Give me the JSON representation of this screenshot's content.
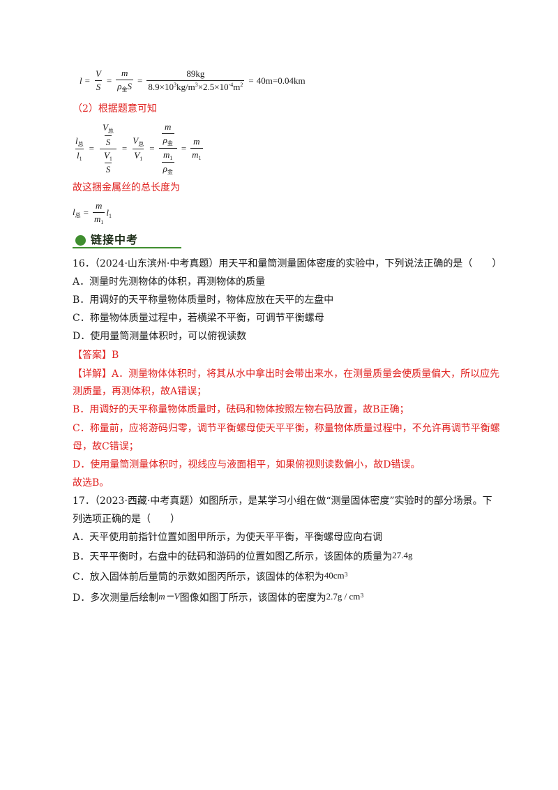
{
  "eq1": {
    "lhs": "l",
    "f1_num": "V",
    "f1_den": "S",
    "f2_num": "m",
    "f2_den_rho": "ρ",
    "f2_den_sub": "金",
    "f2_den_S": "S",
    "f3_num": "89kg",
    "f3_den_a": "8.9×10",
    "f3_den_a_sup": "3",
    "f3_den_b": "kg/m",
    "f3_den_b_sup": "3",
    "f3_den_c": "×2.5×10",
    "f3_den_c_sup": "-4",
    "f3_den_d": "m",
    "f3_den_d_sup": "2",
    "result": "40m=0.04km"
  },
  "part2_label": "（2）根据题意可知",
  "eq2": {
    "l": "l",
    "sub_total": "总",
    "sub_1": "1",
    "V": "V",
    "S": "S",
    "m": "m",
    "rho": "ρ",
    "sub_jin": "金"
  },
  "conclusion": "故这捆金属丝的总长度为",
  "section_title": "链接中考",
  "q16": {
    "stem": "16．（2024·山东滨州·中考真题）用天平和量筒测量固体密度的实验中，下列说法正确的是（　　）",
    "A": "A．测量时先测物体的体积，再测物体的质量",
    "B": "B．用调好的天平称量物体质量时，物体应放在天平的左盘中",
    "C": "C．称量物体质量过程中，若横梁不平衡，可调节平衡螺母",
    "D": "D．使用量筒测量体积时，可以俯视读数",
    "answer_tag": "【答案】",
    "answer": "B",
    "detail_tag": "【详解】",
    "detail_A1": "A．测量物体体积时，将其从水中拿出时会带出来水，在测量质量会使质量偏大，所以应先",
    "detail_A2": "测质量，再测体积，故A错误；",
    "detail_B": "B．用调好的天平称量物体质量时，砝码和物体按照左物右码放置，故B正确；",
    "detail_C1": "C．称量前，应将游码归零，调节平衡螺母使天平平衡，称量物体质量过程中，不允许再调节平衡螺",
    "detail_C2": "母，故C错误；",
    "detail_D": "D．使用量筒测量体积时，视线应与液面相平，如果俯视则读数偏小，故D错误。",
    "final": "故选B。"
  },
  "q17": {
    "stem1": "17．（2023·西藏·中考真题）如图所示，是某学习小组在做“测量固体密度”实验时的部分场景。下",
    "stem2": "列选项正确的是（　　）",
    "A": "A．天平使用前指针位置如图甲所示，为使天平平衡，平衡螺母应向右调",
    "B": "B．天平平衡时，右盘中的砝码和游码的位置如图乙所示，该固体的质量为",
    "B_val": "27.4g",
    "C": "C．放入固体前后量筒的示数如图丙所示，该固体的体积为",
    "C_val": "40cm",
    "C_sup": "3",
    "D_pre": "D．多次测量后绘制",
    "D_mv": "m－V",
    "D_post": "图像如图丁所示，该固体的密度为",
    "D_val": "2.7g / cm",
    "D_sup": "3"
  }
}
